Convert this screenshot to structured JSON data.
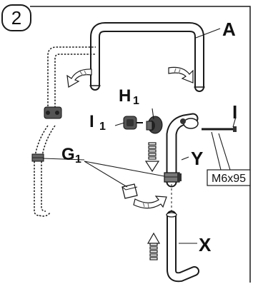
{
  "step": {
    "number": "2"
  },
  "parts": {
    "A": "A",
    "H1": {
      "letter": "H",
      "sub": "1"
    },
    "I1": {
      "letter": "I",
      "sub": "1"
    },
    "I": "I",
    "G1": {
      "letter": "G",
      "sub": "1"
    },
    "Y": "Y",
    "X": "X"
  },
  "bolt_size": "M6x95",
  "icons": [
    "rotate-arrow-icon",
    "direction-arrow-icon",
    "bolt-icon",
    "knob-icon"
  ],
  "colors": {
    "line": "#1a1a1a",
    "fill": "#ffffff",
    "shade": "#9a9a9a",
    "dark": "#333333"
  }
}
